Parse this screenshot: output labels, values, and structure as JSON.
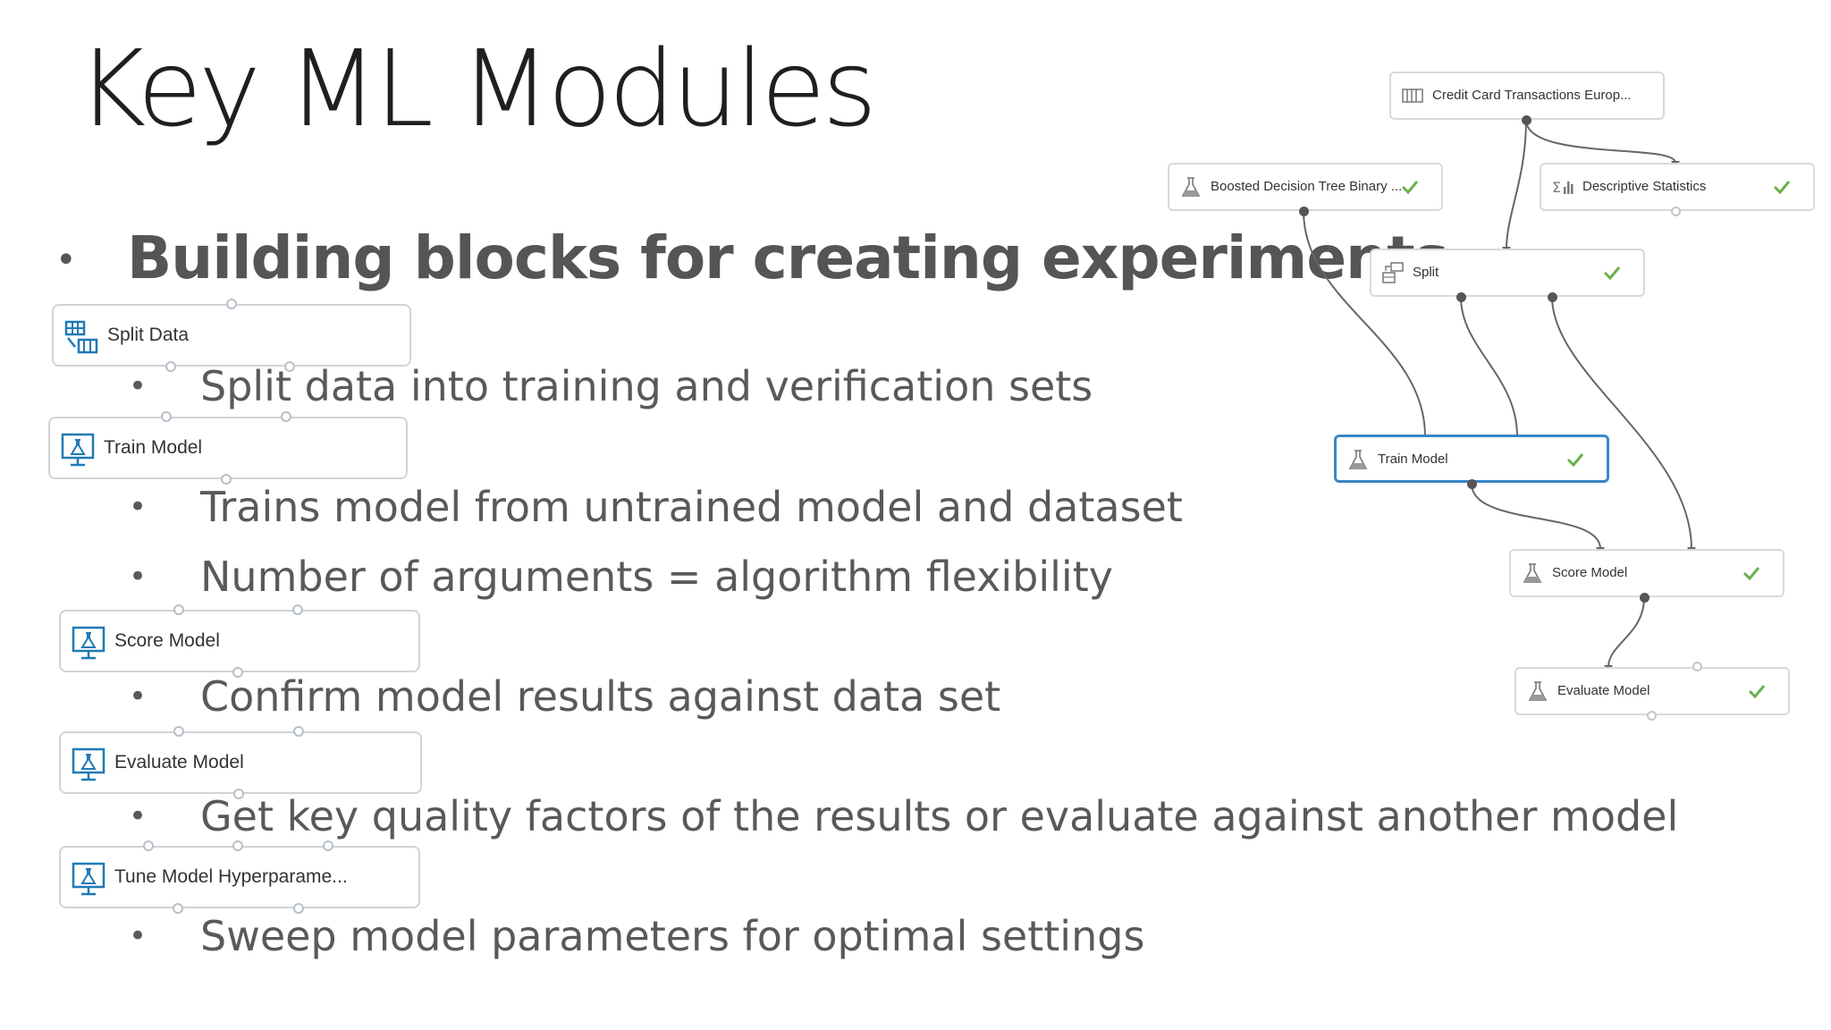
{
  "slide": {
    "title": "Key ML Modules",
    "main_bullet": "Building blocks for creating experiments",
    "bullet_glyph": "•",
    "sub_bullets": [
      "Split data into training and verification sets",
      "Trains model from untrained model and dataset",
      "Number of arguments = algorithm flexibility",
      "Confirm model results against data set",
      "Get key quality factors of the results or evaluate against another model",
      "Sweep model parameters for optimal settings"
    ]
  },
  "modules": [
    {
      "label": "Split Data",
      "icon": "split-data-icon"
    },
    {
      "label": "Train Model",
      "icon": "train-model-icon"
    },
    {
      "label": "Score Model",
      "icon": "score-model-icon"
    },
    {
      "label": "Evaluate Model",
      "icon": "evaluate-model-icon"
    },
    {
      "label": "Tune Model Hyperparame...",
      "icon": "tune-model-icon"
    }
  ],
  "workflow": {
    "nodes": [
      {
        "label": "Credit Card Transactions Europ...",
        "icon": "dataset-icon",
        "status": ""
      },
      {
        "label": "Boosted Decision Tree Binary ...",
        "icon": "flask-icon",
        "status": "check"
      },
      {
        "label": "Descriptive Statistics",
        "icon": "statistics-icon",
        "status": "check"
      },
      {
        "label": "Split",
        "icon": "split-icon",
        "status": "check"
      },
      {
        "label": "Train Model",
        "icon": "flask-icon",
        "status": "check"
      },
      {
        "label": "Score Model",
        "icon": "flask-icon",
        "status": "check"
      },
      {
        "label": "Evaluate Model",
        "icon": "flask-icon",
        "status": "check"
      }
    ]
  },
  "colors": {
    "module_icon": "#1f7ab5",
    "check": "#6ab04c",
    "selected_border": "#3a86c6",
    "wire": "#666666",
    "bullet_text": "#595959"
  }
}
